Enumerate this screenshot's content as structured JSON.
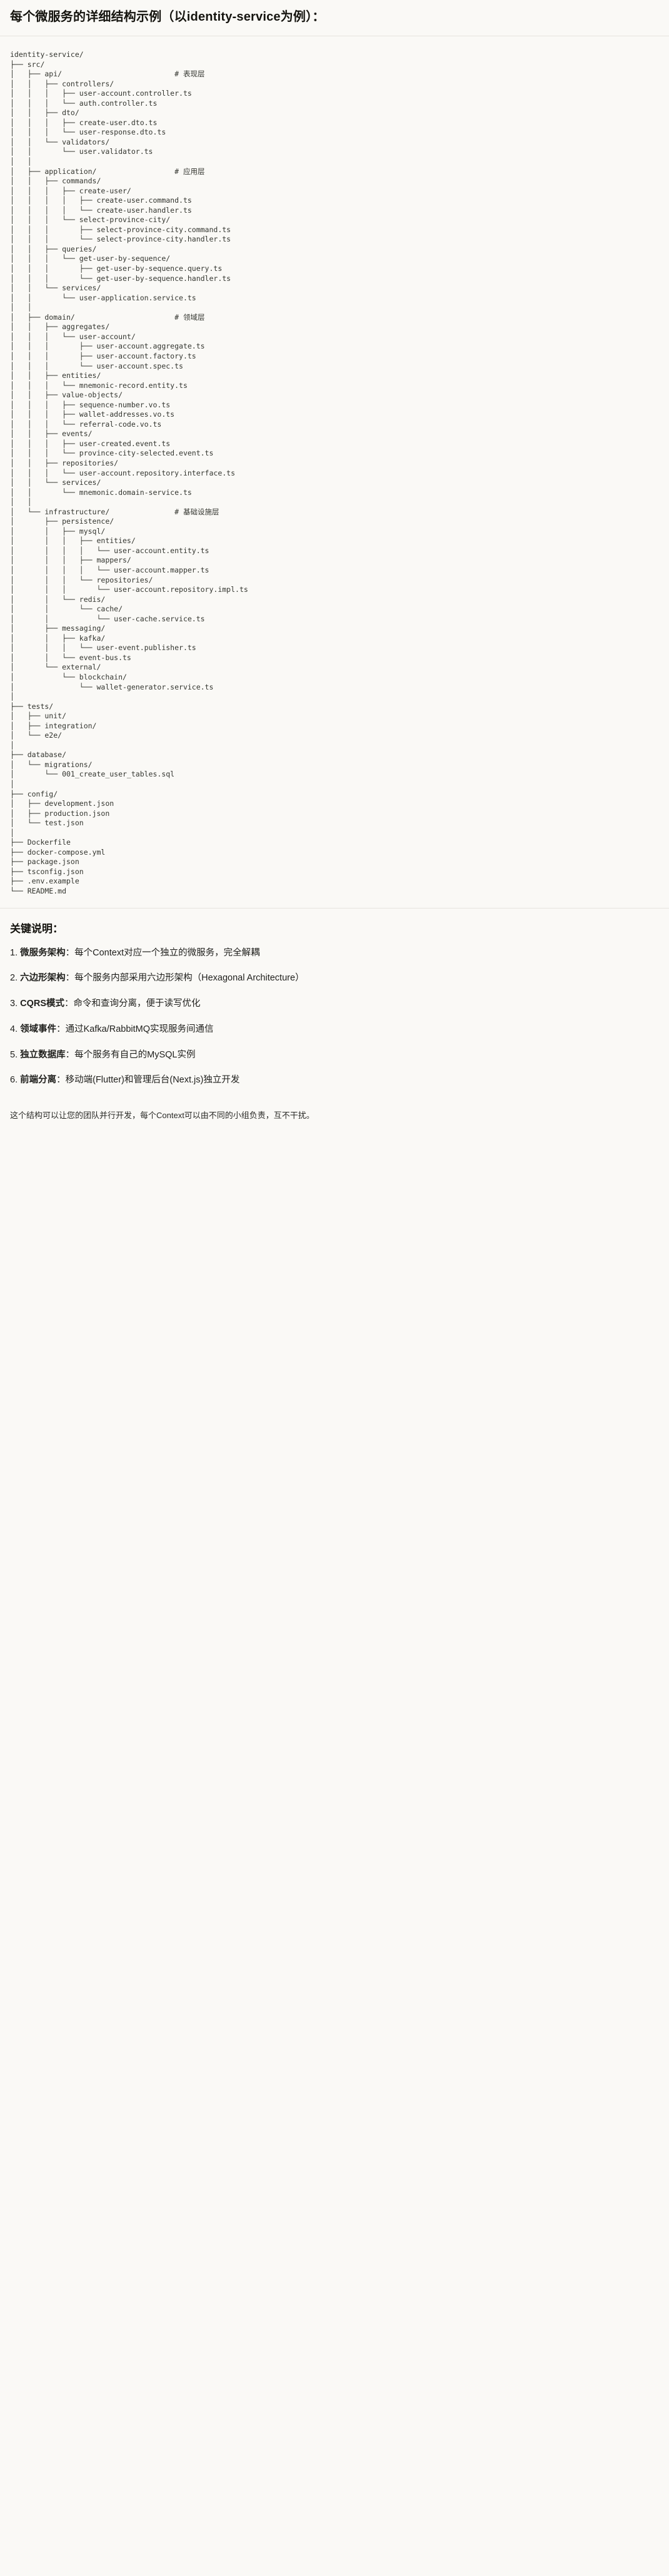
{
  "header": {
    "title": "每个微服务的详细结构示例（以identity-service为例）："
  },
  "tree": {
    "root": "identity-service/",
    "text": "identity-service/\n├── src/\n│   ├── api/                          # 表现层\n│   │   ├── controllers/\n│   │   │   ├── user-account.controller.ts\n│   │   │   └── auth.controller.ts\n│   │   ├── dto/\n│   │   │   ├── create-user.dto.ts\n│   │   │   └── user-response.dto.ts\n│   │   └── validators/\n│   │       └── user.validator.ts\n│   │\n│   ├── application/                  # 应用层\n│   │   ├── commands/\n│   │   │   ├── create-user/\n│   │   │   │   ├── create-user.command.ts\n│   │   │   │   └── create-user.handler.ts\n│   │   │   └── select-province-city/\n│   │   │       ├── select-province-city.command.ts\n│   │   │       └── select-province-city.handler.ts\n│   │   ├── queries/\n│   │   │   └── get-user-by-sequence/\n│   │   │       ├── get-user-by-sequence.query.ts\n│   │   │       └── get-user-by-sequence.handler.ts\n│   │   └── services/\n│   │       └── user-application.service.ts\n│   │\n│   ├── domain/                       # 领域层\n│   │   ├── aggregates/\n│   │   │   └── user-account/\n│   │   │       ├── user-account.aggregate.ts\n│   │   │       ├── user-account.factory.ts\n│   │   │       └── user-account.spec.ts\n│   │   ├── entities/\n│   │   │   └── mnemonic-record.entity.ts\n│   │   ├── value-objects/\n│   │   │   ├── sequence-number.vo.ts\n│   │   │   ├── wallet-addresses.vo.ts\n│   │   │   └── referral-code.vo.ts\n│   │   ├── events/\n│   │   │   ├── user-created.event.ts\n│   │   │   └── province-city-selected.event.ts\n│   │   ├── repositories/\n│   │   │   └── user-account.repository.interface.ts\n│   │   └── services/\n│   │       └── mnemonic.domain-service.ts\n│   │\n│   └── infrastructure/               # 基础设施层\n│       ├── persistence/\n│       │   ├── mysql/\n│       │   │   ├── entities/\n│       │   │   │   └── user-account.entity.ts\n│       │   │   ├── mappers/\n│       │   │   │   └── user-account.mapper.ts\n│       │   │   └── repositories/\n│       │   │       └── user-account.repository.impl.ts\n│       │   └── redis/\n│       │       └── cache/\n│       │           └── user-cache.service.ts\n│       ├── messaging/\n│       │   ├── kafka/\n│       │   │   └── user-event.publisher.ts\n│       │   └── event-bus.ts\n│       └── external/\n│           └── blockchain/\n│               └── wallet-generator.service.ts\n│\n├── tests/\n│   ├── unit/\n│   ├── integration/\n│   └── e2e/\n│\n├── database/\n│   └── migrations/\n│       └── 001_create_user_tables.sql\n│\n├── config/\n│   ├── development.json\n│   ├── production.json\n│   └── test.json\n│\n├── Dockerfile\n├── docker-compose.yml\n├── package.json\n├── tsconfig.json\n├── .env.example\n└── README.md",
    "comments": [
      {
        "target": "api/",
        "text": "# 表现层"
      },
      {
        "target": "application/",
        "text": "# 应用层"
      },
      {
        "target": "domain/",
        "text": "# 领域层"
      },
      {
        "target": "infrastructure/",
        "text": "# 基础设施层"
      }
    ]
  },
  "notes": {
    "heading": "关键说明：",
    "items": [
      {
        "num": "1.",
        "term": "微服务架构",
        "sep": "：",
        "desc": "每个Context对应一个独立的微服务，完全解耦"
      },
      {
        "num": "2.",
        "term": "六边形架构",
        "sep": "：",
        "desc": "每个服务内部采用六边形架构（Hexagonal Architecture）"
      },
      {
        "num": "3.",
        "term": "CQRS模式",
        "sep": "：",
        "desc": "命令和查询分离，便于读写优化"
      },
      {
        "num": "4.",
        "term": "领域事件",
        "sep": "：",
        "desc": "通过Kafka/RabbitMQ实现服务间通信"
      },
      {
        "num": "5.",
        "term": "独立数据库",
        "sep": "：",
        "desc": "每个服务有自己的MySQL实例"
      },
      {
        "num": "6.",
        "term": "前端分离",
        "sep": "：",
        "desc": "移动端(Flutter)和管理后台(Next.js)独立开发"
      }
    ],
    "footer": "这个结构可以让您的团队并行开发，每个Context可以由不同的小组负责，互不干扰。"
  },
  "colors": {
    "background": "#faf9f6",
    "text": "#1a1a18",
    "code_text": "#33352f",
    "divider": "#e6e4df"
  }
}
